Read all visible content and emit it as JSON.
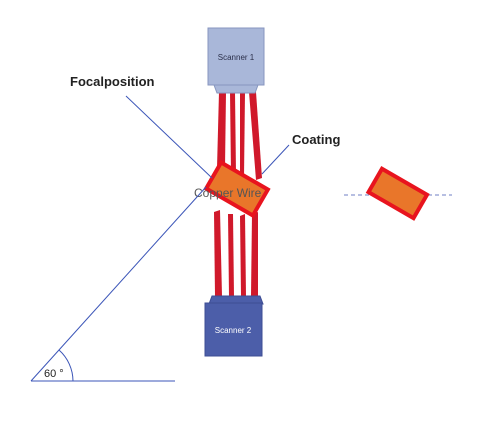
{
  "labels": {
    "scanner_top": "Scanner 1",
    "scanner_bottom": "Scanner 2",
    "focal": "Focalposition",
    "coating": "Coating",
    "copper": "Copper Wire",
    "angle": "60 °"
  },
  "colors": {
    "scanner_top_fill": "#a9b7d9",
    "scanner_top_stroke": "#8796bf",
    "scanner_bottom_fill": "#4c5ea9",
    "scanner_bottom_stroke": "#3e4e94",
    "beam": "#d0192b",
    "coating_stroke": "#e8141e",
    "copper_fill": "#e9762a",
    "pointer_line": "#3b55b8",
    "axis_line": "#6f7fc4"
  }
}
